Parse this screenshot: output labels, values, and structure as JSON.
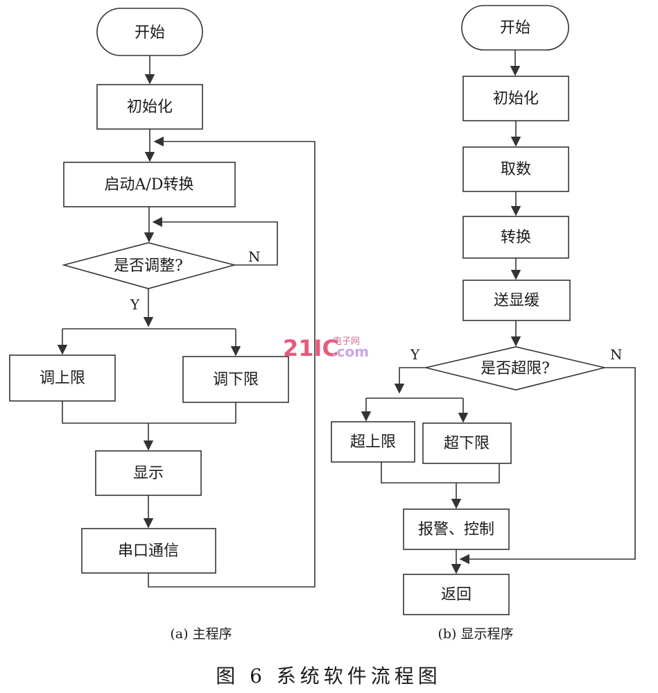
{
  "main_program": {
    "start": "开始",
    "init": "初始化",
    "start_ad": "启动A/D转换",
    "adjust_q": "是否调整?",
    "adjust_upper": "调上限",
    "adjust_lower": "调下限",
    "display": "显示",
    "serial": "串口通信",
    "yes": "Y",
    "no": "N",
    "caption": "(a) 主程序"
  },
  "display_program": {
    "start": "开始",
    "init": "初始化",
    "fetch": "取数",
    "convert": "转换",
    "send_buffer": "送显缓",
    "over_q": "是否超限?",
    "over_upper": "超上限",
    "over_lower": "超下限",
    "alarm": "报警、控制",
    "return": "返回",
    "yes": "Y",
    "no": "N",
    "caption": "(b) 显示程序"
  },
  "figure_caption": "图 6   系统软件流程图",
  "watermark": {
    "brand": "21IC",
    "cn": "电子网",
    "domain": ".com"
  }
}
